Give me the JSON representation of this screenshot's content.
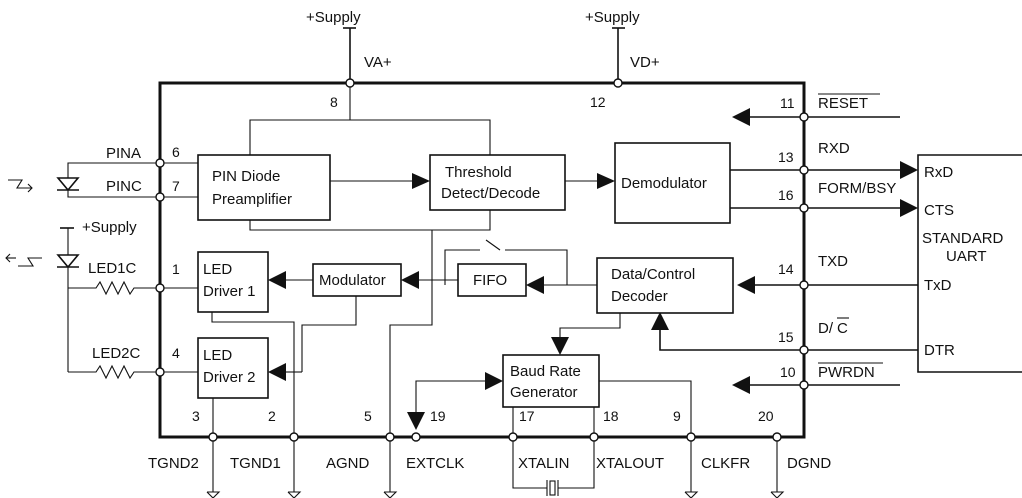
{
  "supplies": {
    "left_top": "+Supply",
    "right_top": "+Supply",
    "led": "+Supply"
  },
  "pins": {
    "va_name": "VA+",
    "va_num": "8",
    "vd_name": "VD+",
    "vd_num": "12",
    "reset_name": "RESET",
    "reset_num": "11",
    "rxd_name": "RXD",
    "rxd_num": "13",
    "form_name": "FORM/BSY",
    "form_num": "16",
    "txd_name": "TXD",
    "txd_num": "14",
    "dc_name_prefix": "D/",
    "dc_name_bar": "C",
    "dc_num": "15",
    "pwrdn_name": "PWRDN",
    "pwrdn_num": "10",
    "pina_name": "PINA",
    "pina_num": "6",
    "pinc_name": "PINC",
    "pinc_num": "7",
    "led1c_name": "LED1C",
    "led1c_num": "1",
    "led2c_name": "LED2C",
    "led2c_num": "4",
    "tgnd2_name": "TGND2",
    "tgnd2_num": "3",
    "tgnd1_name": "TGND1",
    "tgnd1_num": "2",
    "agnd_name": "AGND",
    "agnd_num": "5",
    "extclk_name": "EXTCLK",
    "extclk_num": "19",
    "xtalin_name": "XTALIN",
    "xtalin_num": "17",
    "xtalout_name": "XTALOUT",
    "xtalout_num": "18",
    "clkfr_name": "CLKFR",
    "clkfr_num": "9",
    "dgnd_name": "DGND",
    "dgnd_num": "20"
  },
  "blocks": {
    "pin_diode": [
      "PIN Diode",
      "Preamplifier"
    ],
    "threshold": [
      "Threshold",
      "Detect/Decode"
    ],
    "demodulator": "Demodulator",
    "modulator": "Modulator",
    "fifo": "FIFO",
    "data_control": [
      "Data/Control",
      "Decoder"
    ],
    "led_driver_1": [
      "LED",
      "Driver 1"
    ],
    "led_driver_2": [
      "LED",
      "Driver 2"
    ],
    "baud_rate": [
      "Baud Rate",
      "Generator"
    ]
  },
  "uart": {
    "rxd": "RxD",
    "cts": "CTS",
    "title": [
      "STANDARD",
      "UART"
    ],
    "txd": "TxD",
    "dtr": "DTR"
  }
}
